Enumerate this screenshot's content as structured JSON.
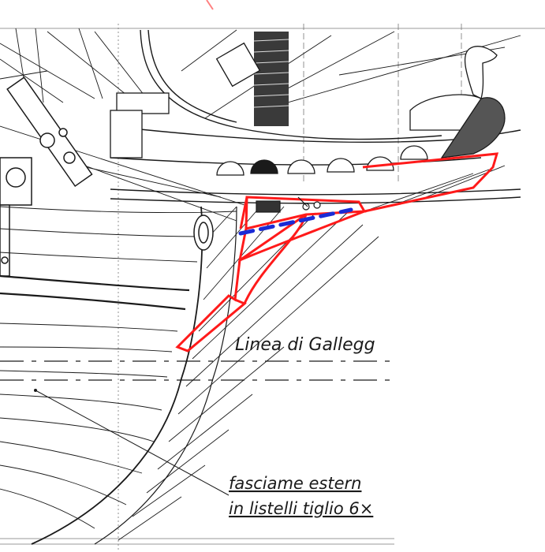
{
  "drawing": {
    "waterline_label": "Linea di Gallegg",
    "planking_note_line1": "fasciame estern",
    "planking_note_line2": "in listelli tiglio 6×"
  },
  "colors": {
    "ink": "#1a1a1a",
    "highlight_outline": "#ff1a1a",
    "dashed_marker": "#1a2bd6",
    "background": "#ffffff"
  }
}
